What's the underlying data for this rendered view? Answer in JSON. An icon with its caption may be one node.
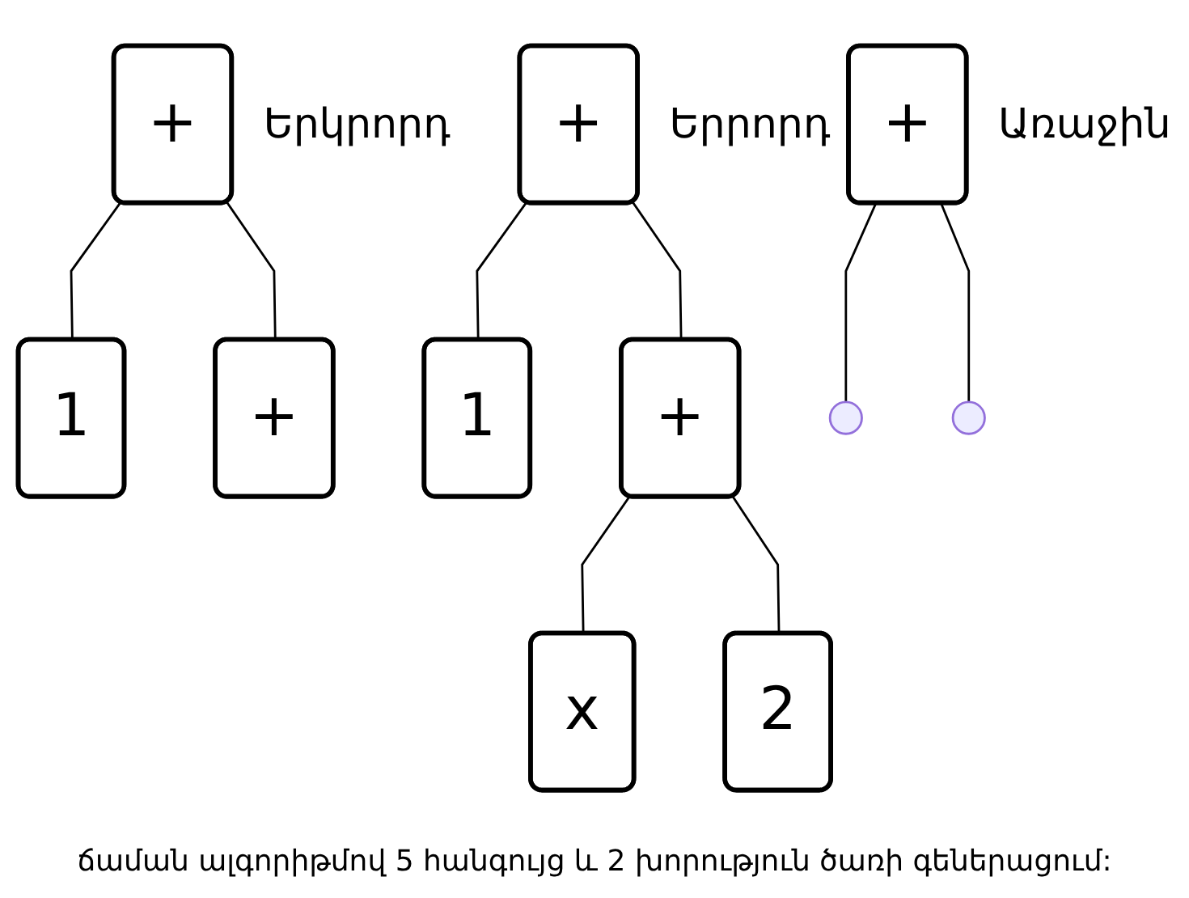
{
  "diagram": {
    "caption": "ճաման ալգորիթմով 5 հանգույց և 2 խորություն ծառի գեներացում:",
    "nodes": [
      {
        "text": [
          "+"
        ],
        "beside": [
          "Առաջին"
        ]
      },
      {
        "text": [
          "+"
        ],
        "beside": [
          "Երկրորդ"
        ]
      },
      {
        "text": [
          "1"
        ]
      },
      {
        "text": [
          "+"
        ]
      },
      {
        "text": [
          "+"
        ],
        "beside": [
          "Երրորդ"
        ]
      },
      {
        "text": [
          "1"
        ]
      },
      {
        "text": [
          "+"
        ]
      },
      {
        "text": [
          "x"
        ]
      },
      {
        "text": [
          "2"
        ]
      }
    ],
    "edges": [
      {
        "from": 0,
        "to": null,
        "arrow": "none"
      },
      {
        "from": 0,
        "to": null,
        "arrow": "none"
      },
      {
        "from": 1,
        "to": 2,
        "arrow": "none"
      },
      {
        "from": 1,
        "to": 3,
        "arrow": "none"
      },
      {
        "from": 4,
        "to": 5,
        "arrow": "none"
      },
      {
        "from": 4,
        "to": 6,
        "arrow": "none"
      },
      {
        "from": 6,
        "to": 7,
        "arrow": "none"
      },
      {
        "from": 6,
        "to": 8,
        "arrow": "none"
      }
    ]
  }
}
